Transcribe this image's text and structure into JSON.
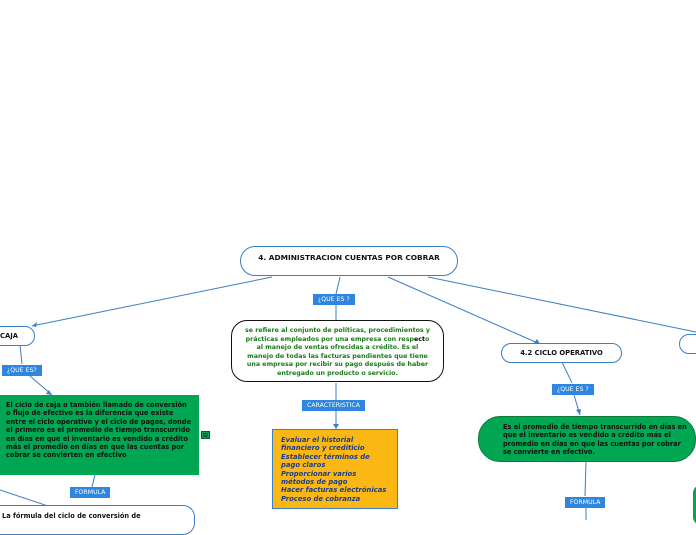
{
  "root": {
    "title": "4. ADMINISTRACION CUENTAS POR COBRAR"
  },
  "center": {
    "tag_que_es": "¿QUE ES ?",
    "description_a": "se refiere al conjunto de políticas, procedimientos y prácticas empleados por una empresa con resp",
    "description_hl": "ect",
    "description_b": "o al manejo de ventas ofrecidas a crédito. Es el manejo de todas las facturas pendientes que tiene una empresa por recibir su pago después de haber entregado un producto o servicio.",
    "tag_caracteristica": "CARACTERISTICA",
    "characteristics": [
      "Evaluar el historial",
      "financiero y crediticio",
      "Establecer términos de",
      "pago claros",
      "Proporcionar varios",
      "métodos de pago",
      "Hacer facturas electrónicas",
      "Proceso de cobranza"
    ]
  },
  "left": {
    "title": "CAJA",
    "tag_que_es": "¿QUE ES?",
    "description": "El ciclo de caja o también llamado de conversión o flujo de efectivo es la diferencia que existe entre el ciclo operativo y el ciclo de pagos, donde el primero es el promedio de tiempo transcurrido en días en que el inventario es vendido a crédito más el promedio en días en que las cuentas por cobrar se convierten en efectivo",
    "tag_formula": "FORMULA",
    "formula_text": "La fórmula del ciclo de conversión de",
    "notes_icon": "notes-icon"
  },
  "right": {
    "title": "4.2 CICLO OPERATIVO",
    "tag_que_es": "¿QUE ES ?",
    "description": "Es el promedio de tiempo transcurrido en días en que el inventario es vendido a crédito más el promedio en días en que las cuentas por cobrar se convierte en efectivo.",
    "tag_formula": "FORMULA"
  },
  "colors": {
    "accent": "#2e86de",
    "green": "#00a651",
    "yellow": "#fbb714"
  }
}
